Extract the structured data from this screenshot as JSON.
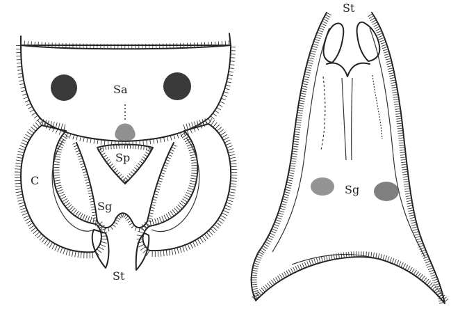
{
  "labels": {
    "left": {
      "sa": "Sa",
      "sp": "Sp",
      "c": "C",
      "sg": "Sg",
      "st": "St"
    },
    "right": {
      "st": "St",
      "sg": "Sg"
    }
  },
  "colors": {
    "ink": "#222222",
    "paper": "#ffffff"
  }
}
